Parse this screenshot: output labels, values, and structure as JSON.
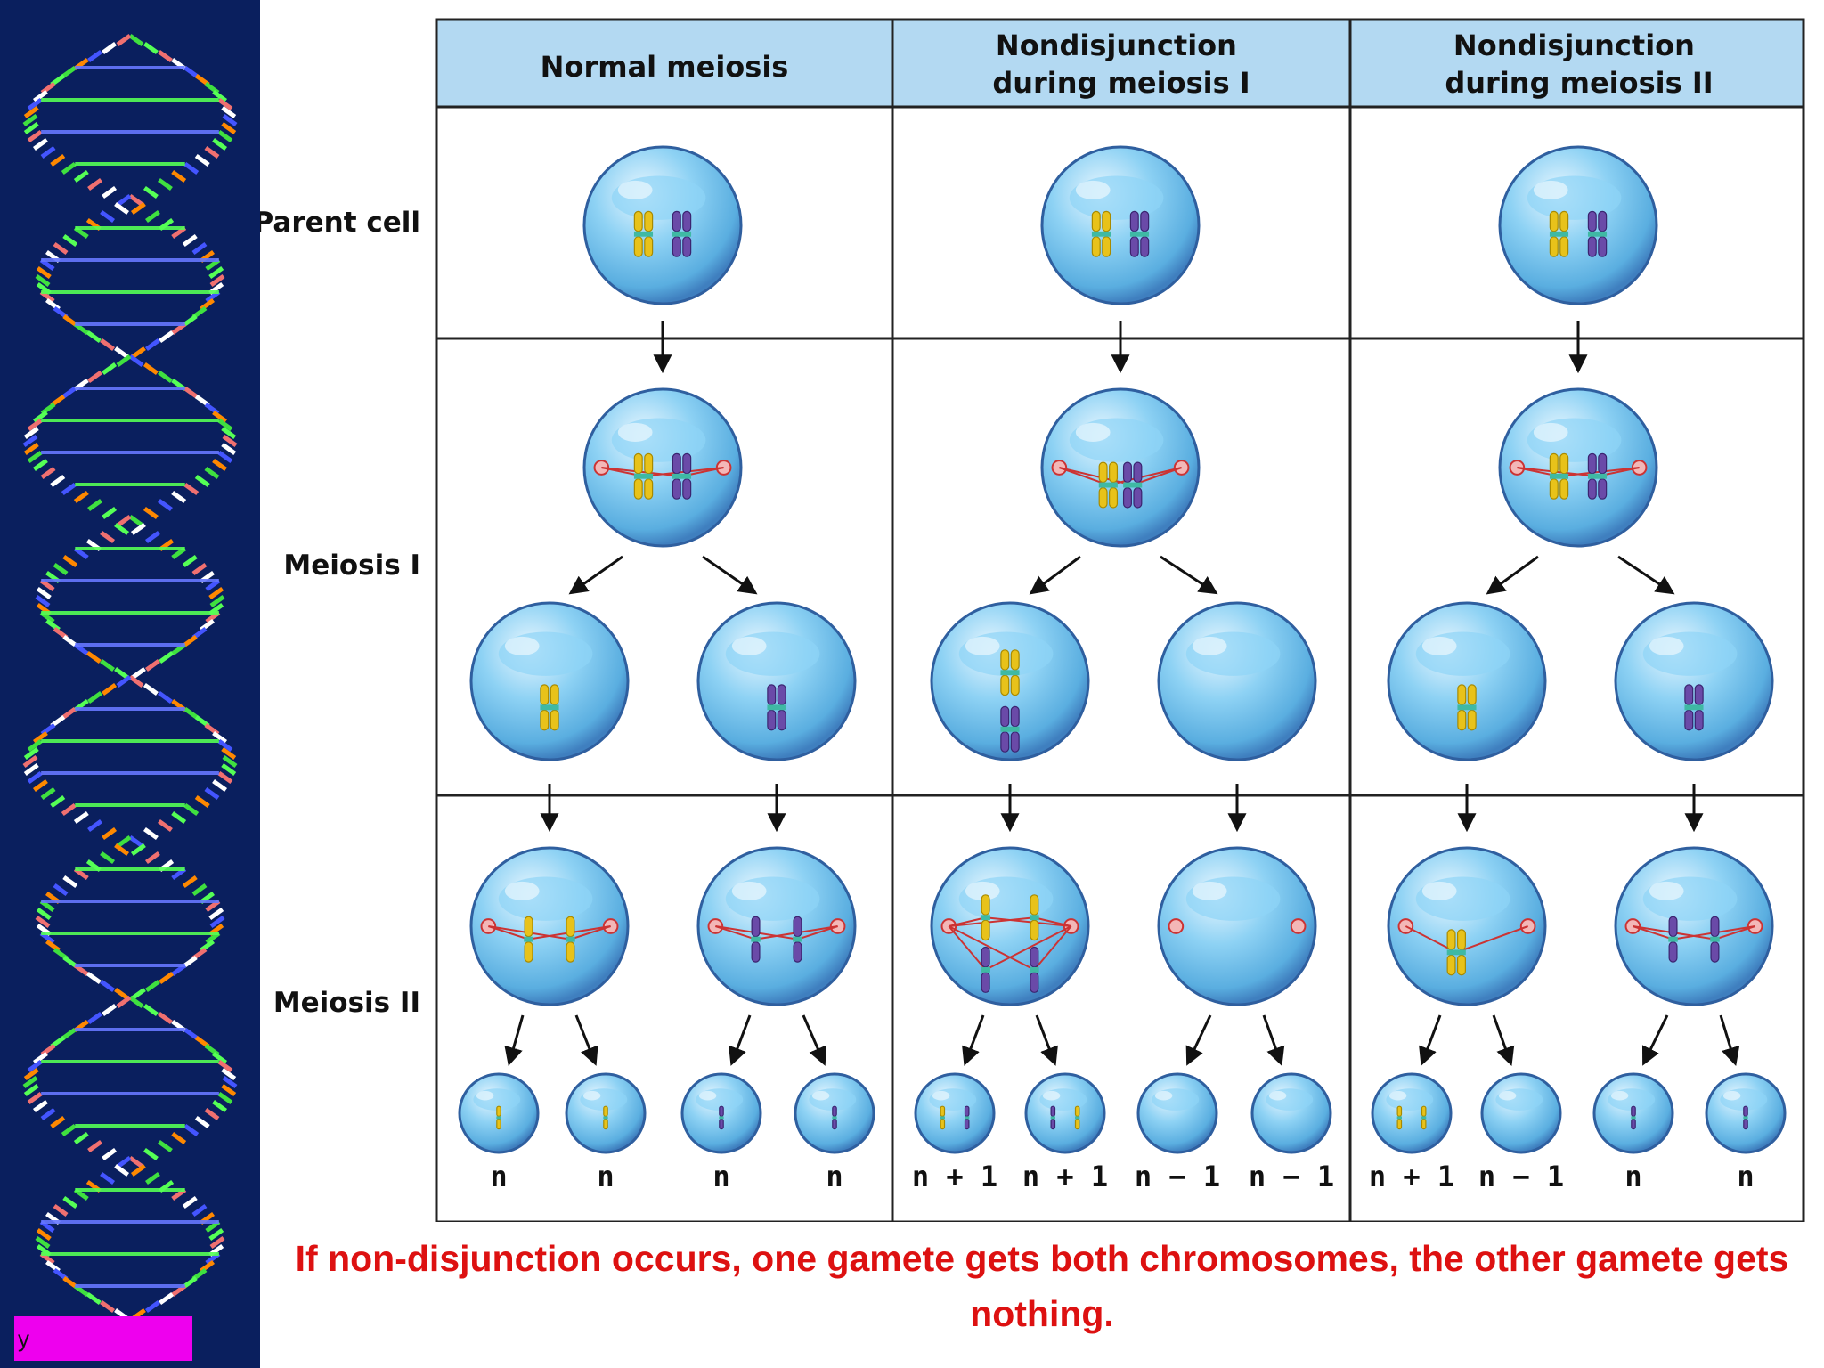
{
  "columns": [
    {
      "label_lines": [
        "Normal meiosis"
      ]
    },
    {
      "label_lines": [
        "Nondisjunction",
        "during meiosis I"
      ]
    },
    {
      "label_lines": [
        "Nondisjunction",
        "during meiosis II"
      ]
    }
  ],
  "rows": [
    "Parent cell",
    "Meiosis I",
    "Meiosis II"
  ],
  "gametes": [
    "n",
    "n",
    "n",
    "n",
    "n + 1",
    "n + 1",
    "n − 1",
    "n − 1",
    "n + 1",
    "n − 1",
    "n",
    "n"
  ],
  "caption": "If non-disjunction occurs, one gamete gets both chromosomes, the other gamete gets nothing.",
  "corner_tag": "y",
  "colors": {
    "header_bg": "#b3d9f2",
    "cell_blue": "#7cc8f0",
    "yellow_chromosome": "#e8c21a",
    "purple_chromosome": "#6a4aa8",
    "caption": "#dd1111",
    "sidebar_bg": "#0a1f5e"
  }
}
